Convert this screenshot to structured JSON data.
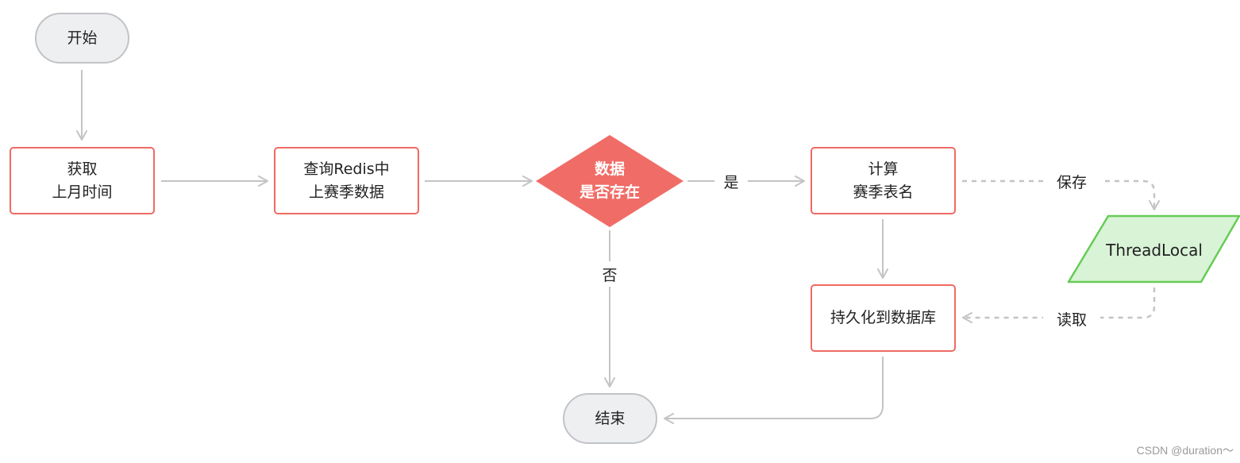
{
  "nodes": {
    "start": {
      "label": "开始"
    },
    "get_last_month": {
      "lines": [
        "获取",
        "上月时间"
      ]
    },
    "query_redis": {
      "lines": [
        "查询Redis中",
        "上赛季数据"
      ]
    },
    "data_exists": {
      "lines": [
        "数据",
        "是否存在"
      ]
    },
    "compute_table": {
      "lines": [
        "计算",
        "赛季表名"
      ]
    },
    "threadlocal": {
      "label": "ThreadLocal"
    },
    "persist_db": {
      "label": "持久化到数据库"
    },
    "end": {
      "label": "结束"
    }
  },
  "edge_labels": {
    "yes": "是",
    "no": "否",
    "save": "保存",
    "read": "读取"
  },
  "watermark": "CSDN @duration～",
  "colors": {
    "process_border": "#ef6a63",
    "decision_fill": "#f06c66",
    "terminal_fill": "#eeeff1",
    "terminal_border": "#c2c3c6",
    "io_fill": "#d9f3d7",
    "io_border": "#66cc55",
    "edge": "#c4c4c6"
  }
}
